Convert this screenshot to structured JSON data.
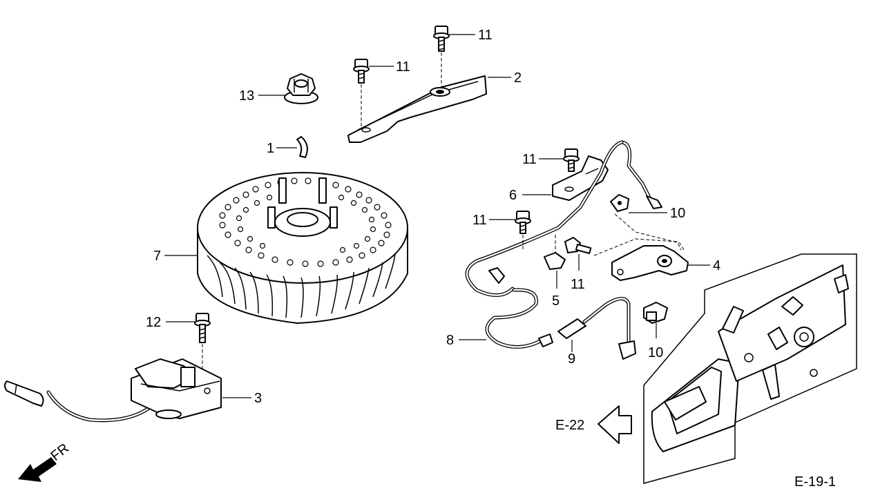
{
  "diagram_id": "E-19-1",
  "direction_label": "FR",
  "cross_reference": "E-22",
  "callouts": [
    {
      "id": "c13",
      "text": "13"
    },
    {
      "id": "c11a",
      "text": "11"
    },
    {
      "id": "c11b",
      "text": "11"
    },
    {
      "id": "c2",
      "text": "2"
    },
    {
      "id": "c1",
      "text": "1"
    },
    {
      "id": "c11c",
      "text": "11"
    },
    {
      "id": "c6",
      "text": "6"
    },
    {
      "id": "c10a",
      "text": "10"
    },
    {
      "id": "c11d",
      "text": "11"
    },
    {
      "id": "c7",
      "text": "7"
    },
    {
      "id": "c4",
      "text": "4"
    },
    {
      "id": "c11e",
      "text": "11"
    },
    {
      "id": "c5",
      "text": "5"
    },
    {
      "id": "c12",
      "text": "12"
    },
    {
      "id": "c8",
      "text": "8"
    },
    {
      "id": "c9",
      "text": "9"
    },
    {
      "id": "c10b",
      "text": "10"
    },
    {
      "id": "c3",
      "text": "3"
    }
  ]
}
